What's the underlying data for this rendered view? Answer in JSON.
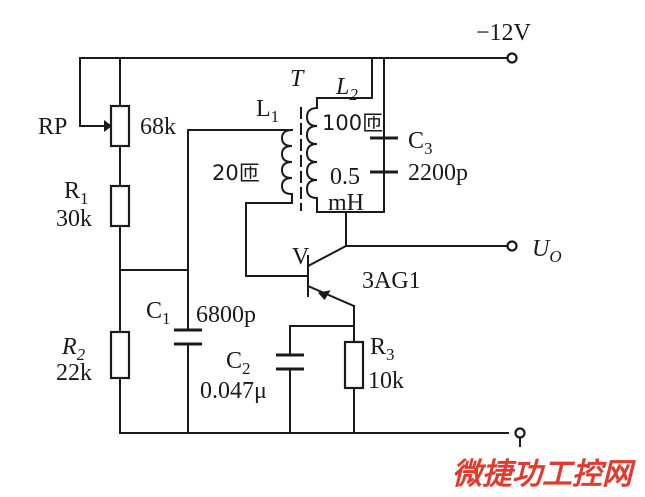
{
  "supply": {
    "label": "−12V"
  },
  "rp": {
    "name": "RP",
    "value": "68k"
  },
  "r1": {
    "name": "R",
    "sub": "1",
    "value": "30k"
  },
  "r2": {
    "name": "R",
    "sub": "2",
    "value": "22k"
  },
  "r3": {
    "name": "R",
    "sub": "3",
    "value": "10k"
  },
  "c1": {
    "name": "C",
    "sub": "1",
    "value": "6800p"
  },
  "c2": {
    "name": "C",
    "sub": "2",
    "value": "0.047μ"
  },
  "c3": {
    "name": "C",
    "sub": "3",
    "value": "2200p"
  },
  "transformer": {
    "name": "T",
    "l1": {
      "name": "L",
      "sub": "1",
      "turns": "20匝"
    },
    "l2": {
      "name": "L",
      "sub": "2",
      "turns": "100匝",
      "inductance_value": "0.5",
      "inductance_unit": "mH"
    }
  },
  "transistor": {
    "name": "V",
    "model": "3AG1"
  },
  "output": {
    "name": "U",
    "sub": "O"
  },
  "watermark": "微捷功工控网"
}
